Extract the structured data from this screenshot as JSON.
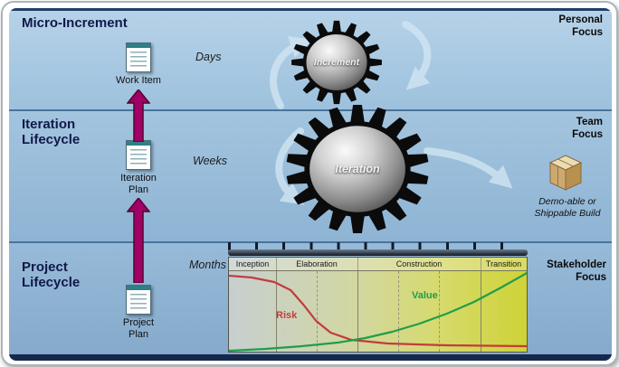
{
  "bands": [
    {
      "name": "Micro-Increment",
      "focus": "Personal Focus",
      "time_unit": "Days",
      "artifact": "Work Item"
    },
    {
      "name": "Iteration Lifecycle",
      "focus": "Team Focus",
      "time_unit": "Weeks",
      "artifact": "Iteration Plan"
    },
    {
      "name": "Project Lifecycle",
      "focus": "Stakeholder Focus",
      "time_unit": "Months",
      "artifact": "Project Plan"
    }
  ],
  "gears": [
    {
      "label": "Increment"
    },
    {
      "label": "Iteration"
    }
  ],
  "build": {
    "label": "Demo-able or Shippable Build"
  },
  "chart_data": {
    "type": "line",
    "phases": [
      "Inception",
      "Elaboration",
      "Construction",
      "Transition"
    ],
    "x_unit": "Months",
    "grid": "phase-boundaries-solid, iteration-boundaries-dashed",
    "series": [
      {
        "name": "Risk",
        "color": "#c43b3b",
        "points": [
          [
            0,
            20
          ],
          [
            25,
            22
          ],
          [
            50,
            27
          ],
          [
            68,
            36
          ],
          [
            82,
            52
          ],
          [
            96,
            70
          ],
          [
            112,
            83
          ],
          [
            135,
            91
          ],
          [
            175,
            95
          ],
          [
            240,
            97
          ],
          [
            330,
            98
          ]
        ]
      },
      {
        "name": "Value",
        "color": "#1f9e47",
        "points": [
          [
            0,
            103
          ],
          [
            40,
            101
          ],
          [
            80,
            98
          ],
          [
            120,
            94
          ],
          [
            150,
            89
          ],
          [
            180,
            82
          ],
          [
            210,
            73
          ],
          [
            240,
            62
          ],
          [
            270,
            49
          ],
          [
            300,
            33
          ],
          [
            330,
            16
          ]
        ]
      }
    ]
  },
  "colors": {
    "arrow": "#a10067",
    "band_label": "#10194a",
    "gear_teeth": "#0b0b0b",
    "swirl": "#d2e6f2"
  }
}
